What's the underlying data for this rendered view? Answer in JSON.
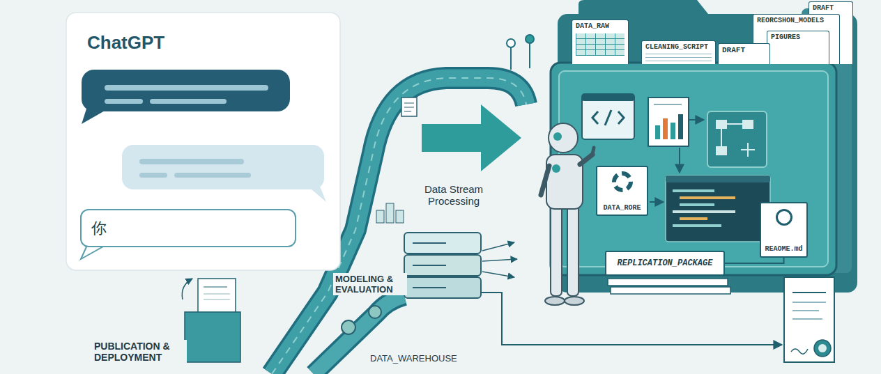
{
  "diagram": {
    "nodes": [
      {
        "text": [
          "ChatGPT"
        ]
      },
      {
        "text": [
          "你"
        ],
        "in": 0
      },
      {
        "text": [
          "DATA_RAW"
        ]
      },
      {
        "text": [
          "CLEANING_SCRIPT"
        ]
      },
      {
        "text": [
          "DRAFT"
        ]
      },
      {
        "text": [
          "REORCSHON_MODELS"
        ]
      },
      {
        "text": [
          "PIGURES"
        ]
      },
      {
        "text": [
          "DRAFT"
        ]
      },
      {
        "text": [
          "DATA_RORE"
        ]
      },
      {
        "text": [
          "REAOME.md"
        ]
      },
      {
        "text": [
          "REPLICATION_PACKAGE"
        ]
      }
    ],
    "edges": [
      {
        "from": 9,
        "to": 10,
        "arrow": "none"
      }
    ],
    "labels": [
      "Data Stream Processing",
      "MODELING & EVALUATION",
      "PUBLICATION & DEPLOYMENT",
      "DATA_WAREHOUSE"
    ]
  }
}
